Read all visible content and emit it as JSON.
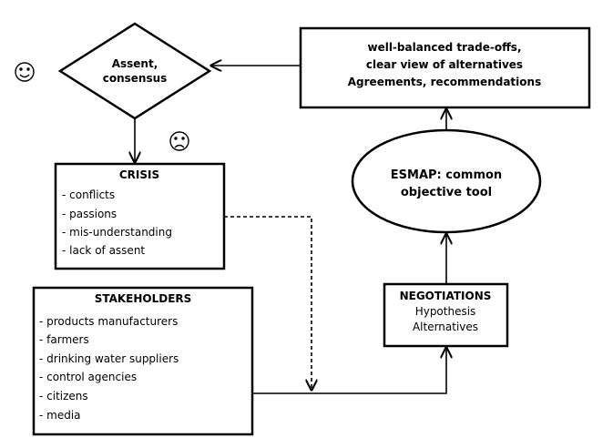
{
  "decision": {
    "line1": "Assent,",
    "line2": "consensus"
  },
  "tradeoffs": {
    "line1": "well-balanced trade-offs,",
    "line2": "clear view of alternatives",
    "line3": "Agreements, recommendations"
  },
  "crisis": {
    "title": "CRISIS",
    "items": [
      "- conflicts",
      "- passions",
      "- mis-understanding",
      "- lack of assent"
    ]
  },
  "tool": {
    "line1": "ESMAP: common",
    "line2": "objective tool"
  },
  "stakeholders": {
    "title": "STAKEHOLDERS",
    "items": [
      "- products manufacturers",
      "- farmers",
      "- drinking water suppliers",
      "- control agencies",
      "- citizens",
      "- media"
    ]
  },
  "negotiations": {
    "title": "NEGOTIATIONS",
    "line1": "Hypothesis",
    "line2": "Alternatives"
  },
  "icons": {
    "happy": "smiley-face-icon",
    "sad": "sad-face-icon"
  }
}
